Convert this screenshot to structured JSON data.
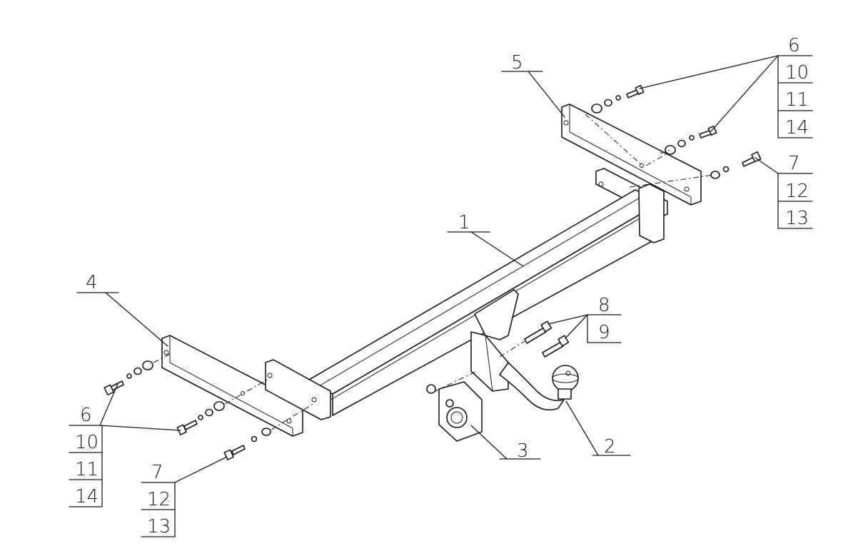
{
  "callouts": {
    "p1": "1",
    "p2": "2",
    "p3": "3",
    "p4": "4",
    "p5": "5",
    "p8": "8",
    "p9": "9"
  },
  "stack_right_top": [
    "6",
    "10",
    "11",
    "14"
  ],
  "stack_right_mid": [
    "7",
    "12",
    "13"
  ],
  "stack_left_top": [
    "6",
    "10",
    "11",
    "14"
  ],
  "stack_left_bottom": [
    "7",
    "12",
    "13"
  ]
}
